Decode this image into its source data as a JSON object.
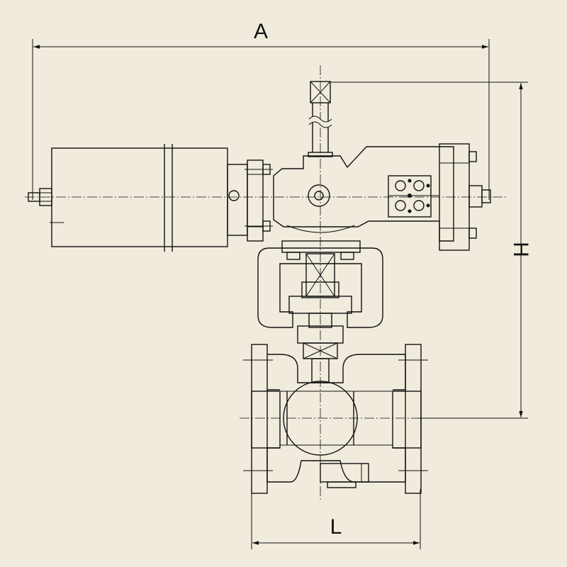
{
  "dimensions": {
    "width_label": "A",
    "height_label": "H",
    "length_label": "L"
  }
}
